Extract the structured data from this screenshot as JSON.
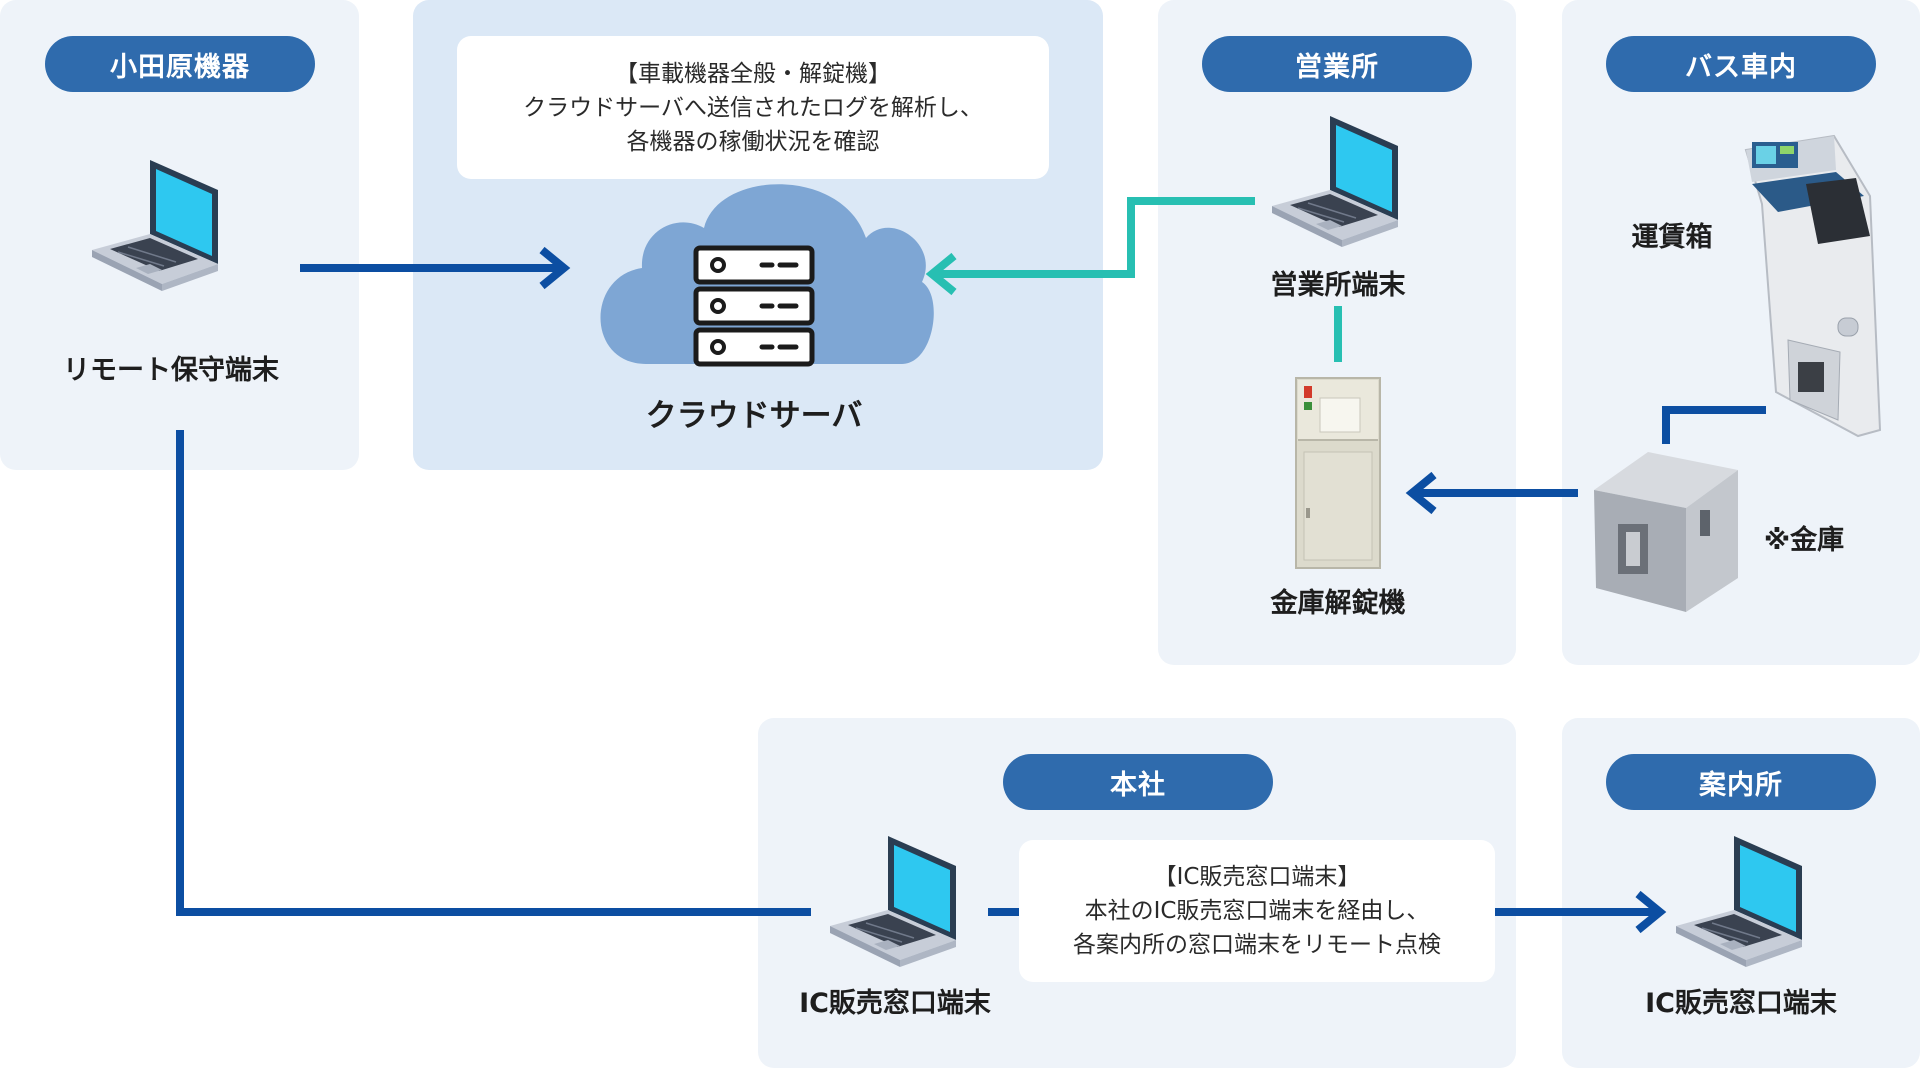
{
  "sections": {
    "odawara": "小田原機器",
    "office": "営業所",
    "bus": "バス車内",
    "hq": "本社",
    "info": "案内所"
  },
  "labels": {
    "remote_terminal": "リモート保守端末",
    "cloud_server": "クラウドサーバ",
    "office_terminal": "営業所端末",
    "safe_unlocker": "金庫解錠機",
    "fare_box": "運賃箱",
    "safe": "※金庫",
    "hq_terminal": "IC販売窓口端末",
    "info_terminal": "IC販売窓口端末"
  },
  "notes": {
    "cloud": [
      "【車載機器全般・解錠機】",
      "クラウドサーバへ送信されたログを解析し、",
      "各機器の稼働状況を確認"
    ],
    "hq": [
      "【IC販売窓口端末】",
      "本社のIC販売窓口端末を経由し、",
      "各案内所の窓口端末をリモート点検"
    ]
  },
  "colors": {
    "primary": "#2f6bad",
    "arrow_blue": "#0c4ea2",
    "arrow_teal": "#27bfb2",
    "panel_light": "#eef3f9",
    "panel_cloud": "#dbe8f6",
    "cloud": "#7ea6d4"
  },
  "icons": [
    "laptop-icon",
    "cloud-server-icon",
    "unlocker-machine-icon",
    "fare-box-icon",
    "safe-box-icon"
  ]
}
